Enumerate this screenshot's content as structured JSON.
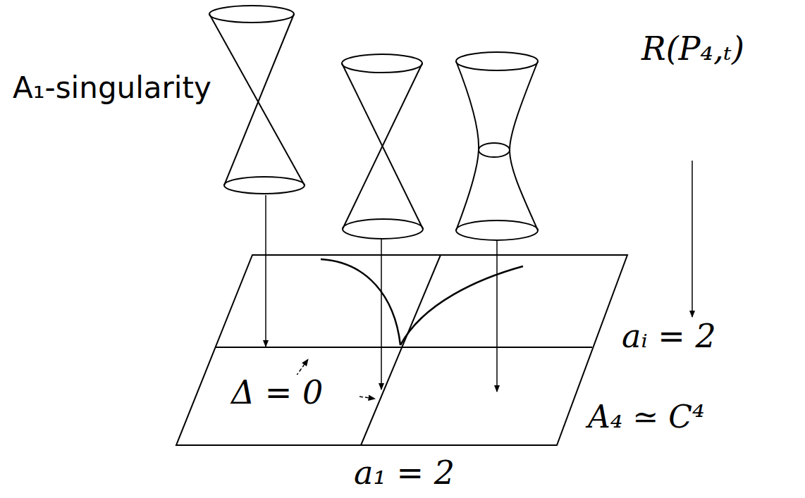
{
  "diagram": {
    "labels": [
      "A₁-singularity",
      "R(P₄,ₜ)",
      "aᵢ = 2",
      "Δ = 0",
      "A₄ ≃ C⁴",
      "a₁ = 2"
    ]
  }
}
